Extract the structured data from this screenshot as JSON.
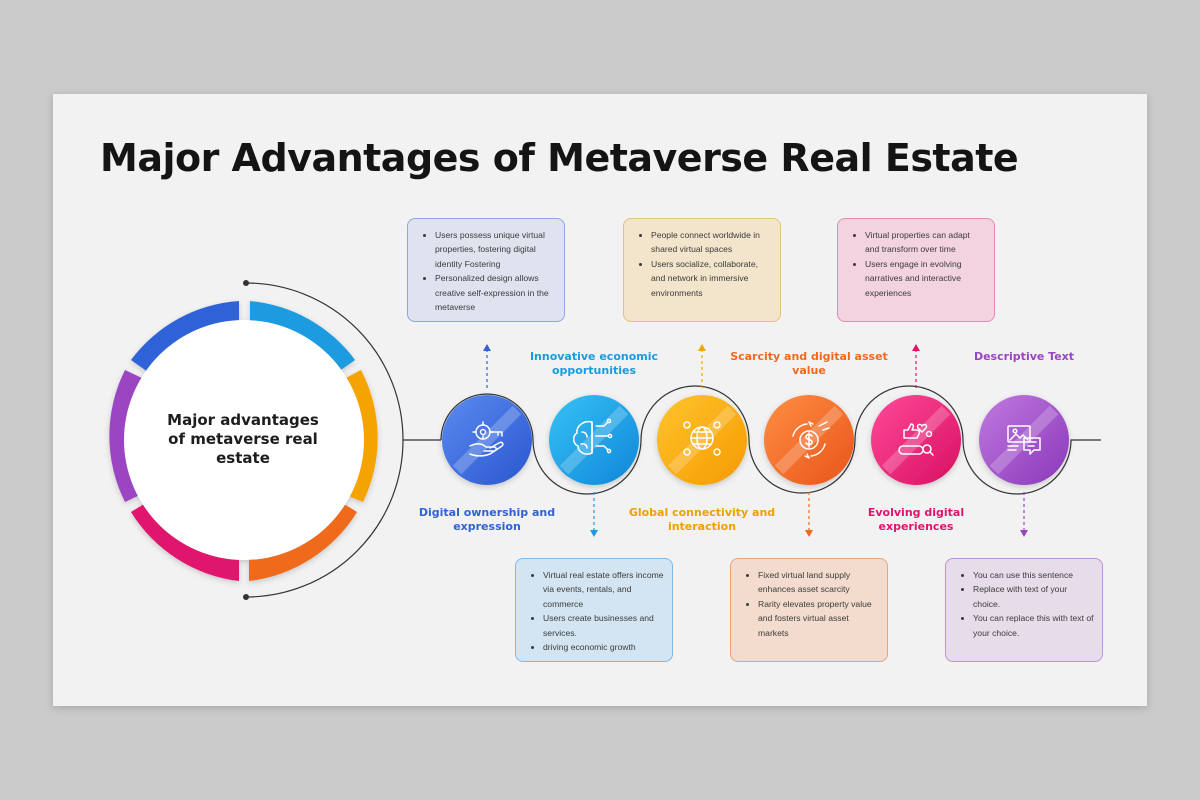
{
  "title": "Major Advantages of Metaverse Real Estate",
  "center_label": "Major advantages of metaverse real estate",
  "items": [
    {
      "heading": "Digital ownership and expression",
      "color": "#2f62d6",
      "icon": "hand-gear-key-icon",
      "bullets": [
        "Users possess unique virtual properties, fostering digital identity Fostering",
        "Personalized design allows creative self-expression in the metaverse"
      ]
    },
    {
      "heading": "Innovative economic opportunities",
      "color": "#1a9be0",
      "icon": "brain-circuit-icon",
      "bullets": [
        "Virtual real estate offers income via events, rentals, and commerce",
        "Users create businesses and services.",
        "driving economic growth"
      ]
    },
    {
      "heading": "Global connectivity and interaction",
      "color": "#f5a300",
      "icon": "globe-people-icon",
      "bullets": [
        "People connect worldwide in shared virtual spaces",
        "Users socialize, collaborate, and network in immersive environments"
      ]
    },
    {
      "heading": "Scarcity and digital asset value",
      "color": "#f06a1e",
      "icon": "dollar-coin-arrows-icon",
      "bullets": [
        "Fixed virtual land supply enhances asset scarcity",
        "Rarity elevates property value and fosters virtual asset markets"
      ]
    },
    {
      "heading": "Evolving digital experiences",
      "color": "#e0146e",
      "icon": "social-search-icon",
      "bullets": [
        "Virtual properties can adapt and transform over time",
        "Users engage in evolving narratives and interactive experiences"
      ]
    },
    {
      "heading": "Descriptive Text",
      "color": "#9b44c2",
      "icon": "image-chat-icon",
      "bullets": [
        "You can use this sentence",
        "Replace with text of your choice.",
        "You can replace this with text of your choice."
      ]
    }
  ]
}
